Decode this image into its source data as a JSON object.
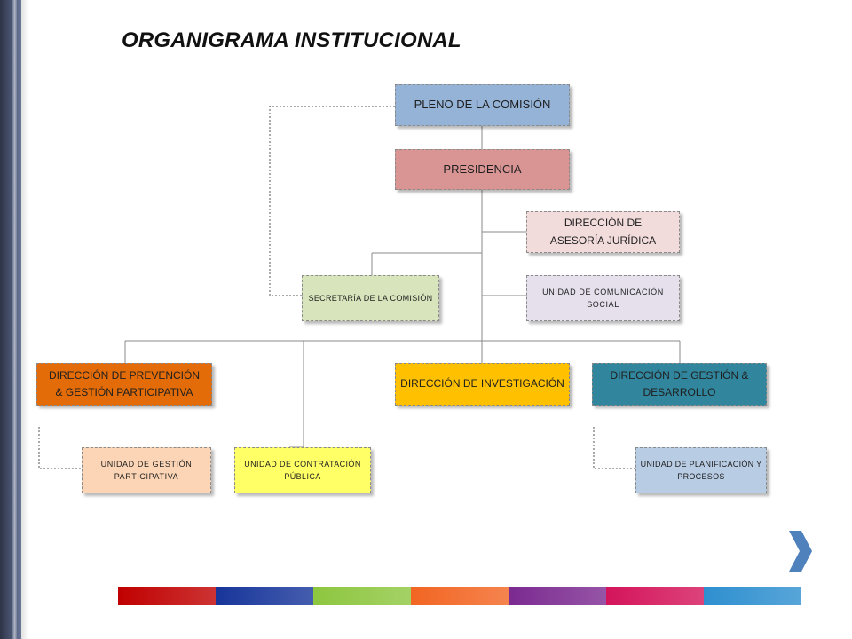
{
  "title": "ORGANIGRAMA INSTITUCIONAL",
  "nodes": {
    "pleno": "PLENO DE LA COMISIÓN",
    "presidencia": "PRESIDENCIA",
    "asesoria": "DIRECCIÓN DE ASESORÍA JURÍDICA",
    "comunicacion": "UNIDAD DE COMUNICACIÓN SOCIAL",
    "secretaria": "SECRETARÍA DE LA COMISIÓN",
    "prevencion": "DIRECCIÓN DE PREVENCIÓN & GESTIÓN PARTICIPATIVA",
    "investigacion": "DIRECCIÓN DE INVESTIGACIÓN",
    "gestion_desarrollo": "DIRECCIÓN DE GESTIÓN & DESARROLLO",
    "gestion_participativa": "UNIDAD DE GESTIÓN PARTICIPATIVA",
    "contratacion": "UNIDAD DE CONTRATACIÓN PÚBLICA",
    "planificacion": "UNIDAD DE PLANIFICACIÓN Y PROCESOS"
  },
  "colors": {
    "pleno": "#95b3d7",
    "presidencia": "#d99594",
    "asesoria": "#f2dcdb",
    "comunicacion": "#e5e0ec",
    "secretaria": "#d7e4bc",
    "prevencion": "#e36c09",
    "investigacion": "#ffc000",
    "gestion_desarrollo": "#31859c",
    "gestion_participativa": "#fbd5b5",
    "contratacion": "#ffff66",
    "planificacion": "#b8cce4",
    "next_arrow": "#4f81bd",
    "colorbar": [
      "#c00000",
      "#17359a",
      "#8dc63f",
      "#f26522",
      "#7b2a90",
      "#d4145a",
      "#2e8fcf"
    ]
  },
  "icons": {
    "next": "chevron-right-icon"
  }
}
